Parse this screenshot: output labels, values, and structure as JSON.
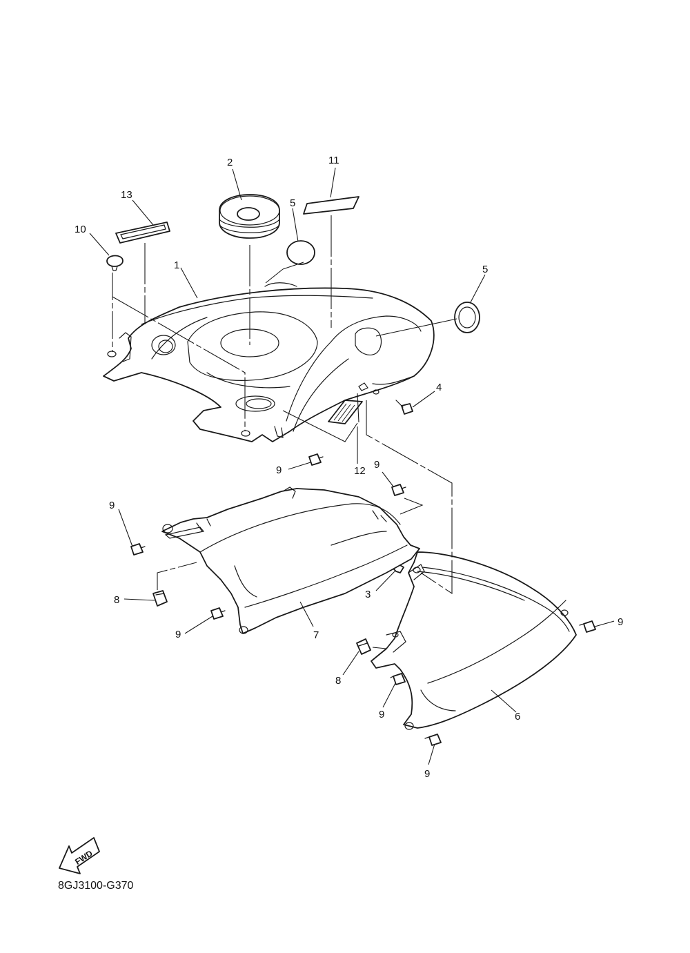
{
  "callouts": {
    "c1": "1",
    "c2": "2",
    "c3": "3",
    "c4": "4",
    "c5a": "5",
    "c5b": "5",
    "c6": "6",
    "c7": "7",
    "c8a": "8",
    "c8b": "8",
    "c9a": "9",
    "c9b": "9",
    "c9c": "9",
    "c9d": "9",
    "c9e": "9",
    "c9f": "9",
    "c9g": "9",
    "c10": "10",
    "c11": "11",
    "c12": "12",
    "c13": "13"
  },
  "fwd_label": "FWD",
  "diagram_code": "8GJ3100-G370"
}
